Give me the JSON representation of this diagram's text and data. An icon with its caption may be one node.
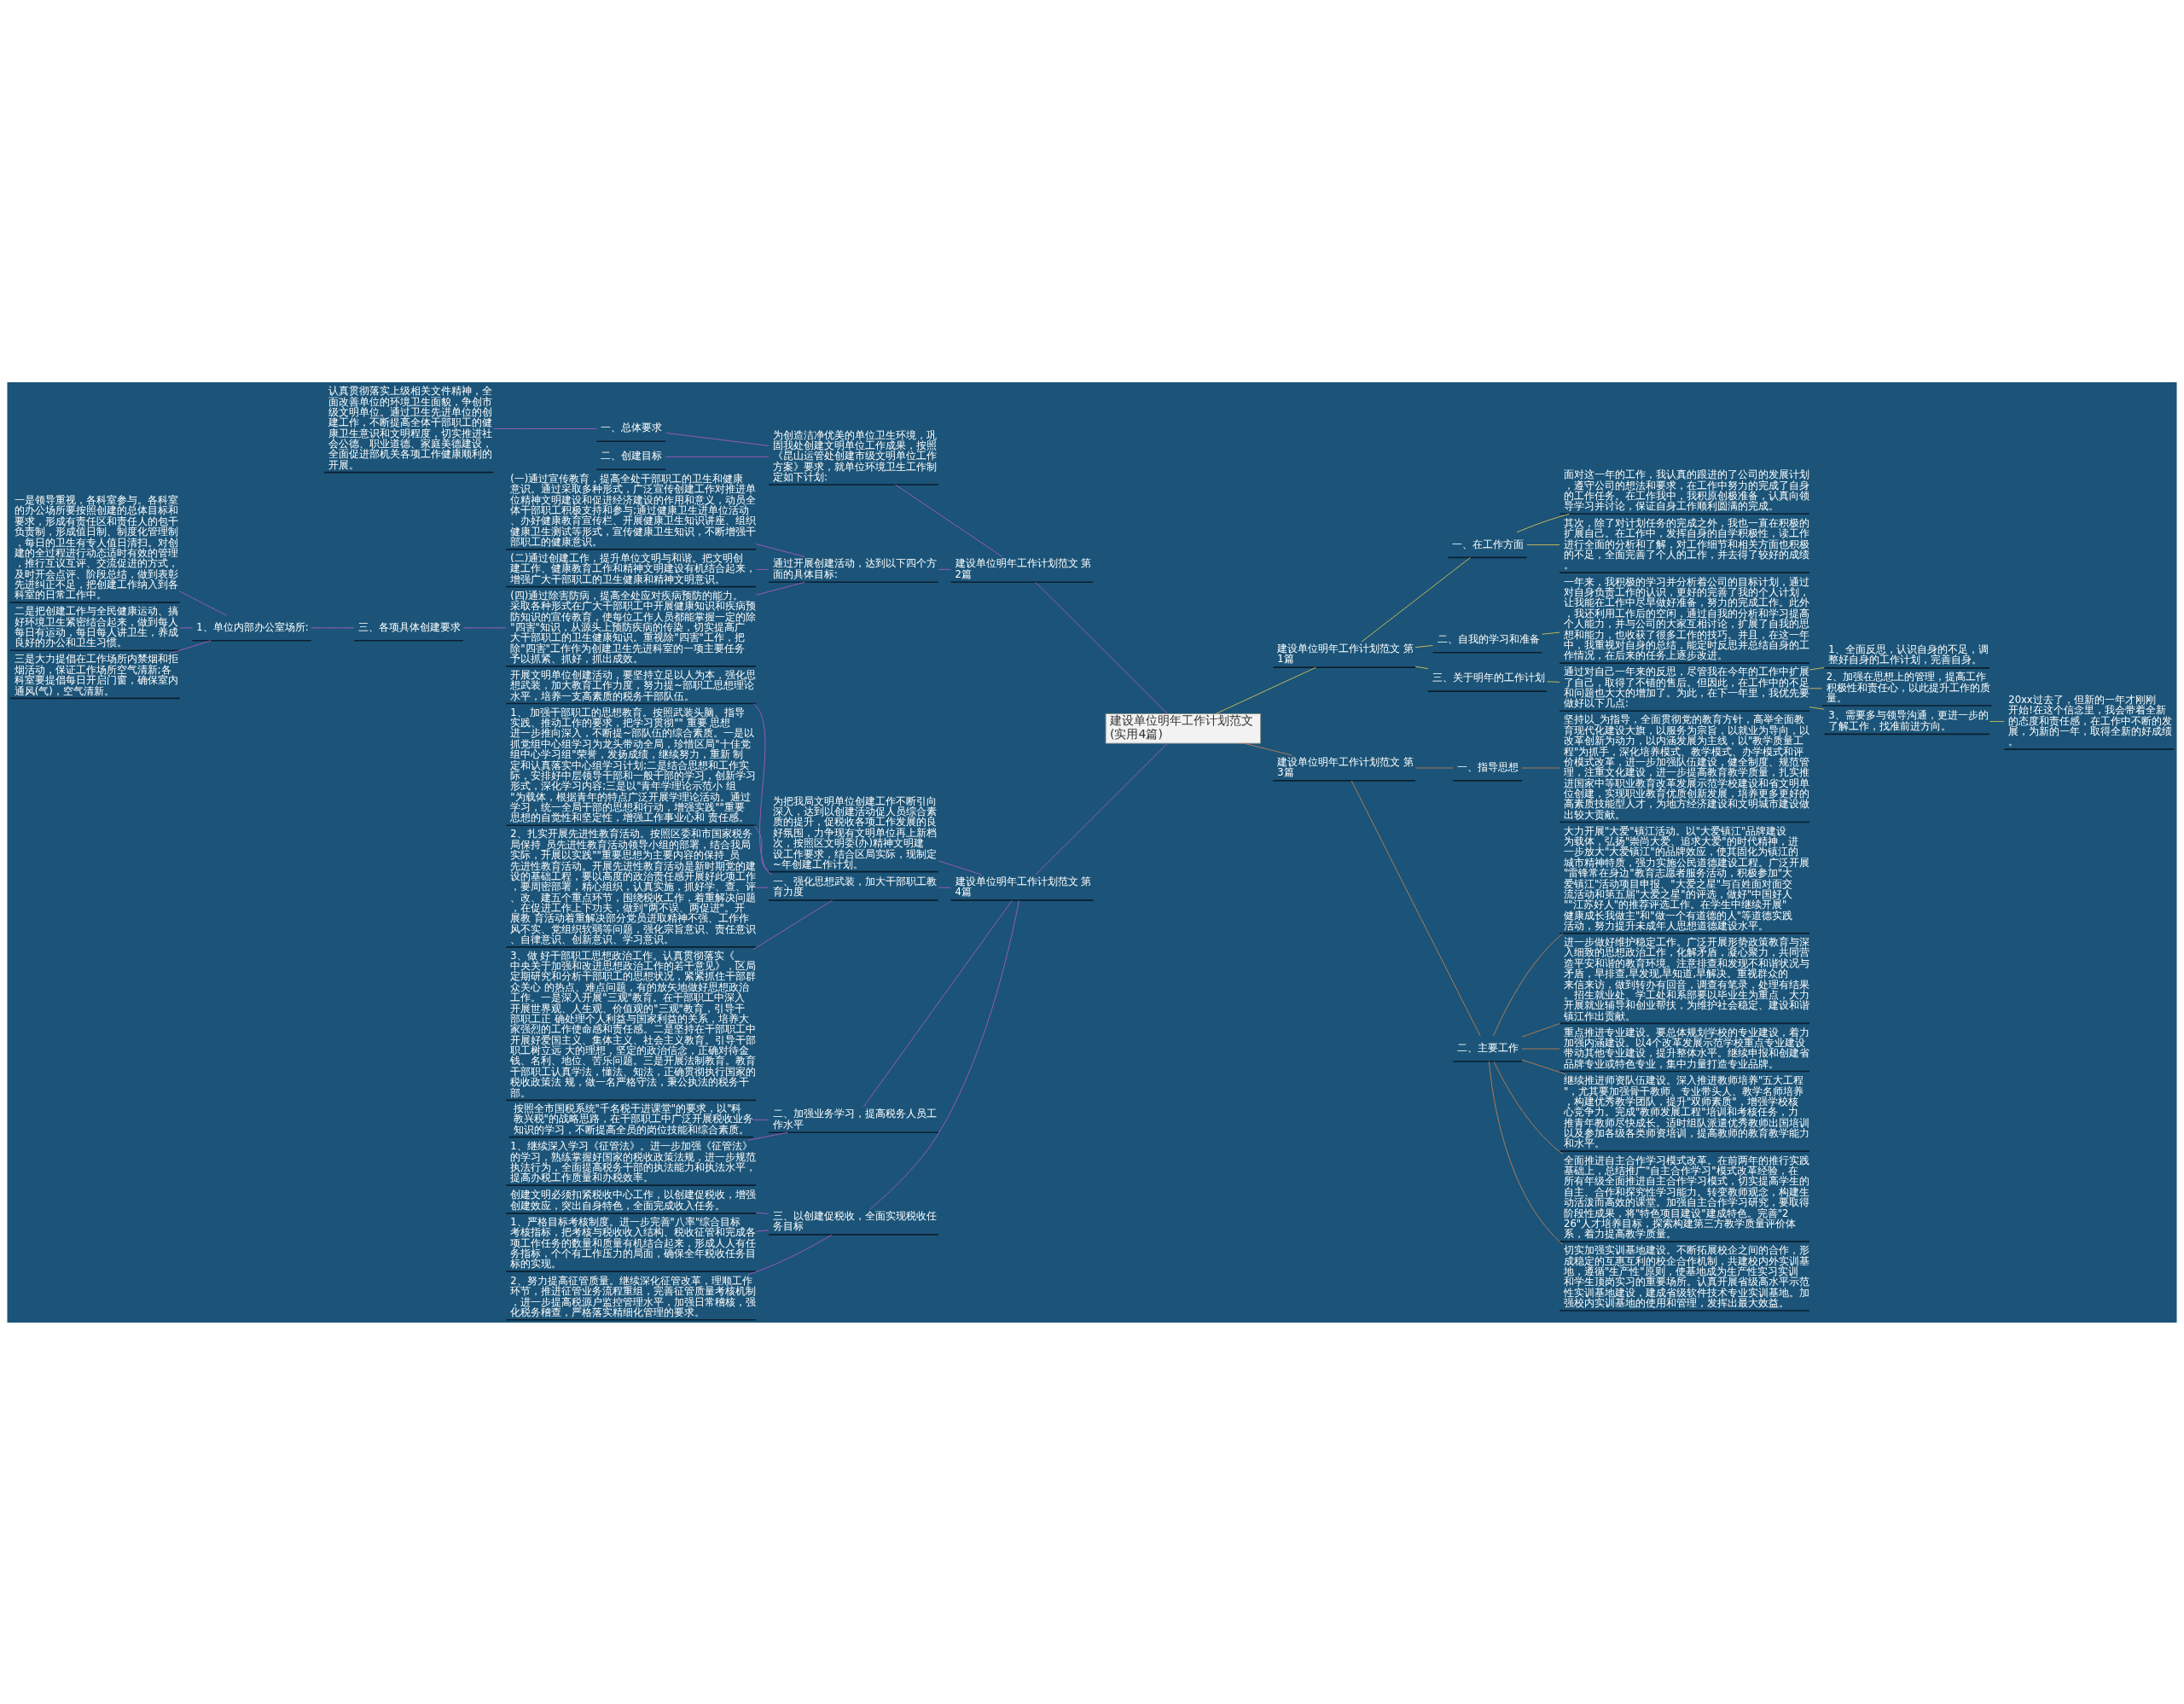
{
  "diagram": {
    "nodes": [
      {
        "text": [
          "建设单位明年工作计划范文(实用4篇)"
        ]
      },
      {
        "text": [
          "建设单位明年工作计划范文 第1篇"
        ]
      },
      {
        "text": [
          "一、在工作方面"
        ]
      },
      {
        "text": [
          "面对这一年的工作，我认真的跟进的了公司的发展计划，遵守公司的想法和要求，在工作中努力的完成了自身的工作任务。在工作我中，我积原创极准备，认真向领导学习并讨论，保证自身工作顺利圆满的完成。"
        ]
      },
      {
        "text": [
          "其次，除了对计划任务的完成之外，我也一直在积极的扩展自己。在工作中，发挥自身的自学积极性，读工作进行全面的分析和了解，对工作细节和相关方面也积极的不足，全面完善了个人的工作，并去得了较好的成绩。"
        ]
      },
      {
        "text": [
          "二、自我的学习和准备"
        ]
      },
      {
        "text": [
          "一年来，我积极的学习并分析着公司的目标计划，通过对自身负责工作的认识，更好的完善了我的个人计划，让我能在工作中尽早做好准备，努力的完成工作。此外，我还利用工作后的空闲，通过自我的分析和学习提高个人能力，并与公司的大家互相讨论，扩展了自我的思想和能力，也收获了很多工作的技巧。并且，在这一年中，我重视对自身的总结，能定时反思并总结自身的工作情况，在后来的任务上逐步改进。"
        ]
      },
      {
        "text": [
          "三、关于明年的工作计划"
        ]
      },
      {
        "text": [
          "通过对自己一年来的反思，尽管我在今年的工作中扩展了自己，取得了不错的售后。但因此，在工作中的不足和问题也大大的增加了。为此，在下一年里，我优先要做好以下几点:"
        ]
      },
      {
        "text": [
          "1、全面反思，认识自身的不足，调整好自身的工作计划，完善自身。"
        ]
      },
      {
        "text": [
          "2、加强在思想上的管理，提高工作积极性和责任心，以此提升工作的质量。"
        ]
      },
      {
        "text": [
          "3、需要多与领导沟通，更进一步的了解工作，找准前进方向。"
        ]
      },
      {
        "text": [
          "20xx过去了，但新的一年才刚刚开始!在这个信念里，我会带着全新的态度和责任感，在工作中不断的发展，为新的一年，取得全新的好成绩。"
        ]
      },
      {
        "text": [
          "建设单位明年工作计划范文 第2篇"
        ]
      },
      {
        "text": [
          "为创造洁净优美的单位卫生环境，巩固我处创建文明单位工作成果，按照《昆山运管处创建市级文明单位工作方案》要求，就单位环境卫生工作制定如下计划:"
        ]
      },
      {
        "text": [
          "一、总体要求"
        ]
      },
      {
        "text": [
          "认真贯彻落实上级相关文件精神，全面改善单位的环境卫生面貌，争创市级文明单位。通过卫生先进单位的创建工作，不断提高全体干部职工的健康卫生意识和文明程度，切实推进社会公德、职业道德、家庭美德建设，全面促进部机关各项工作健康顺利的开展。"
        ]
      },
      {
        "text": [
          "二、创建目标"
        ]
      },
      {
        "text": [
          "通过开展创建活动，达到以下四个方面的具体目标:"
        ]
      },
      {
        "text": [
          "(一)通过宣传教育，提高全处干部职工的卫生和健康意识。通过采取多种形式，广泛宣传创建工作对推进单位精神文明建设和促进经济建设的作用和意义，动员全体干部职工积极支持和参与;通过健康卫生进单位活动、办好健康教育宣传栏、开展健康卫生知识讲座、组织健康卫生测试等形式，宣传健康卫生知识，不断增强干部职工的健康意识。"
        ]
      },
      {
        "text": [
          "(二)通过创建工作，提升单位文明与和谐。把文明创建工作、健康教育工作和精神文明建设有机结合起来，增强广大干部职工的卫生健康和精神文明意识。"
        ]
      },
      {
        "text": [
          "(四)通过除害防病，提高全处应对疾病预防的能力。采取各种形式在广大干部职工中开展健康知识和疾病预防知识的宣传教育，使每位工作人员都能掌握一定的除\"四害\"知识，从源头上预防疾病的传染，切实提高广大干部职工的卫生健康知识。重视除\"四害\"工作，把除\"四害\"工作作为创建卫生先进科室的一项主要任务予以抓紧、抓好，抓出成效。"
        ]
      },
      {
        "text": [
          "三、各项具体创建要求"
        ]
      },
      {
        "text": [
          "1、单位内部办公室场所:"
        ]
      },
      {
        "text": [
          "一是领导重视，各科室参与。各科室的办公场所要按照创建的总体目标和要求，形成有责任区和责任人的包干负责制，形成值日制、制度化管理制，每日的卫生有专人值日清扫。对创建的全过程进行动态适时有效的管理，推行互议互评、交流促进的方式，及时开会点评、阶段总结，做到表彰先进纠正不足，把创建工作纳入到各科室的日常工作中。"
        ]
      },
      {
        "text": [
          "二是把创建工作与全民健康运动、搞好环境卫生紧密结合起来，做到每人每日有运动，每日每人讲卫生，养成良好的办公和卫生习惯。"
        ]
      },
      {
        "text": [
          "三是大力提倡在工作场所内禁烟和拒烟活动，保证工作场所空气清新;各科室要提倡每日开启门窗，确保室内通风(气)，空气清新。"
        ]
      },
      {
        "text": [
          "建设单位明年工作计划范文 第3篇"
        ]
      },
      {
        "text": [
          "一、指导思想"
        ]
      },
      {
        "text": [
          "坚持以_为指导，全面贯彻党的教育方针，高举全面教育现代化建设大旗，以服务为宗旨，以就业为导向，以改革创新为动力，以内涵发展为主线，以\"教学质量工程\"为抓手，深化培养模式、教学模式、办学模式和评价模式改革，进一步加强队伍建设，健全制度、规范管理，注重文化建设，进一步提高教育教学质量，扎实推进国家中等职业教育改革发展示范学校建设和省文明单位创建，实现职业教育优质创新发展，培养更多更好的高素质技能型人才，为地方经济建设和文明城市建设做出较大贡献。"
        ]
      },
      {
        "text": [
          "二、主要工作"
        ]
      },
      {
        "text": [
          "大力开展\"大爱\"镇江活动。以\"大爱镇江\"品牌建设为载体，弘扬\"崇尚大爱、追求大爱\"的时代精神，进一步放大\"大爱镇江\"的品牌效应，使其固化为镇江的城市精神特质，强力实施公民道德建设工程。广泛开展\"雷锋常在身边\"教育志愿者服务活动，积极参加\"大爱镇江\"活动项目申报、\"大爱之星\"与百姓面对面交流活动和第五届\"大爱之星\"的评选，做好\"中国好人\"\"江苏好人\"的推荐评选工作。在学生中继续开展\"健康成长我做主\"和\"做一个有道德的人\"等道德实践活动，努力提升未成年人思想道德建设水平。"
        ]
      },
      {
        "text": [
          "进一步做好维护稳定工作。广泛开展形势政策教育与深入细致的思想政治工作，化解矛盾，凝心聚力，共同营造平安和谐的教育环境。注意排查和发现不和谐状况与矛盾，早排查,早发现,早知道,早解决。重视群众的来信来访，做到转办有回音，调查有笔录，处理有结果。招生就业处、学工处和系部要以毕业生为重点，大力开展就业辅导和创业帮扶，为维护社会稳定、建设和谐镇江作出贡献。"
        ]
      },
      {
        "text": [
          "重点推进专业建设。要总体规划学校的专业建设，着力加强内涵建设。以4个改革发展示范学校重点专业建设带动其他专业建设，提升整体水平。继续申报和创建省品牌专业或特色专业，集中力量打造专业品牌。"
        ]
      },
      {
        "text": [
          "继续推进师资队伍建设。深入推进教师培养\"五大工程\"，尤其要加强骨干教师、专业带头人、教学名师培养，构建优秀教学团队，提升\"双师素质\"，增强学校核心竞争力。完成\"教师发展工程\"培训和考核任务，力推青年教师尽快成长。适时组队派遣优秀教师出国培训以及参加各级各类师资培训，提高教师的教育教学能力和水平。"
        ]
      },
      {
        "text": [
          "全面推进自主合作学习模式改革。在前两年的推行实践基础上，总结推广\"自主合作学习\"模式改革经验，在所有年级全面推进自主合作学习模式，切实提高学生的自主、合作和探究性学习能力。转变教师观念，构建生动活泼而高效的课堂。加强自主合作学习研究，要取得阶段性成果，将\"特色项目建设\"建成特色。完善\"226\"人才培养目标，探索构建第三方教学质量评价体系，着力提高教学质量。"
        ]
      },
      {
        "text": [
          "切实加强实训基地建设。不断拓展校企之间的合作，形成稳定的互惠互利的校企合作机制，共建校内外实训基地，遵循\"生产性\"原则，使基地成为生产性实习实训和学生顶岗实习的重要场所。认真开展省级高水平示范性实训基地建设，建成省级软件技术专业实训基地。加强校内实训基地的使用和管理，发挥出最大效益。"
        ]
      },
      {
        "text": [
          "建设单位明年工作计划范文 第4篇"
        ]
      },
      {
        "text": [
          "为把我局文明单位创建工作不断引向深入，达到以创建活动促人员综合素质的提升，促税收各项工作发展的良好氛围，力争现有文明单位再上新档次，按照区文明委(办)精神文明建设工作要求，结合区局实际，现制定~年创建工作计划。"
        ]
      },
      {
        "text": [
          "一、强化思想武装，加大干部职工教育力度"
        ]
      },
      {
        "text": [
          "开展文明单位创建活动，要坚持立足以人为本，强化思想武装，加大教育工作力度，努力提~部职工思想理论水平，培养一支高素质的税务干部队伍。"
        ]
      },
      {
        "text": [
          "1、 加强干部职工的思想教育。按照武装头脑、指导实践、推动工作的要求，把学习贯彻\"\" 重要 思想进一步推向深入，不断提~部队伍的综合素质。一是以抓党组中心组学习为龙头带动全局，珍惜区局\"十佳党组中心学习组\"荣誉，发扬成绩，继续努力，重新 制定和认真落实中心组学习计划;二是结合思想和工作实际，安排好中层领导干部和一般干部的学习，创新学习形式，深化学习内容;三是以\"青年学理论示范小 组\"为载体，根据青年的特点广泛开展学理论活动。通过学习，统一全局干部的思想和行动，增强实践\"\"重要思想的自觉性和坚定性，增强工作事业心和 责任感。"
        ]
      },
      {
        "text": [
          "2、扎实开展先进性教育活动。按照区委和市国家税务局保持_员先进性教育活动领导小组的部署，结合我局实际，开展以实践\"\"重要思想为主要内容的保持_员先进性教育活动。开展先进性教育活动是新时期党的建设的基础工程，要以高度的政治责任感开展好此项工作，要周密部署，精心组织，认真实施，抓好学、查、评、改、建五个重点环节，围绕税收工作，着重解决问题，在促进工作上下功夫，做到\"两不误、两促进\"。开展教 育活动着重解决部分党员进取精神不强、工作作风不实、党组织软弱等问题，强化宗旨意识、责任意识、自律意识、创新意识、学习意识。"
        ]
      },
      {
        "text": [
          "3、做 好干部职工思想政治工作。认真贯彻落实《_中央关于加强和改进思想政治工作的若干意见》，区局定期研究和分析干部职工的思想状况，紧紧抓住干部群众关心 的热点、难点问题，有的放矢地做好思想政治工作。一是深入开展\"三观\"教育。在干部职工中深入开展世界观、人生观、价值观的\"三观\"教育，引导干部职工正 确处理个人利益与国家利益的关系，培养大家强烈的工作使命感和责任感。二是坚持在干部职工中开展好爱国主义、集体主义、社会主义教育。引导干部职工树立远 大的理想，坚定的政治信念，正确对待金钱、名利、地位、苦乐问题。三是开展法制教育。教育干部职工认真学法，懂法、知法，正确贯彻执行国家的税收政策法 规，做一名严格守法，秉公执法的税务干部。"
        ]
      },
      {
        "text": [
          "二、加强业务学习，提高税务人员工作水平"
        ]
      },
      {
        "text": [
          "按照全市国税系统\"千名税干进课堂\"的要求，以\"科教兴税\"的战略思路，在干部职工中广泛开展税收业务知识的学习，不断提高全员的岗位技能和综合素质。"
        ]
      },
      {
        "text": [
          "1、继续深入学习《征管法》。进一步加强《征管法》的学习，熟练掌握好国家的税收政策法规，进一步规范执法行为，全面提高税务干部的执法能力和执法水平，提高办税工作质量和办税效率。"
        ]
      },
      {
        "text": [
          "三、以创建促税收，全面实现税收任务目标"
        ]
      },
      {
        "text": [
          "创建文明必须扣紧税收中心工作，以创建促税收，增强创建效应，突出自身特色，全面完成收入任务。"
        ]
      },
      {
        "text": [
          "1、严格目标考核制度。进一步完善\"八率\"综合目标考核指标，把考核与税收收入结构、税收征管和完成各项工作任务的数量和质量有机结合起来，形成人人有任务指标，个个有工作压力的局面，确保全年税收任务目标的实现。"
        ]
      },
      {
        "text": [
          "2、努力提高征管质量。继续深化征管改革，理顺工作环节，推进征管业务流程重组，完善征管质量考核机制，进一步提高税源户监控管理水平，加强日常稽核，强化税务稽查，严格落实精细化管理的要求。"
        ]
      }
    ],
    "edges": [
      {
        "from": 0,
        "to": 1,
        "arrow": "none",
        "color": "#c9b458"
      },
      {
        "from": 1,
        "to": 2,
        "arrow": "none",
        "color": "#c9b458"
      },
      {
        "from": 2,
        "to": 3,
        "arrow": "none",
        "color": "#c9b458"
      },
      {
        "from": 2,
        "to": 4,
        "arrow": "none",
        "color": "#c9b458"
      },
      {
        "from": 1,
        "to": 5,
        "arrow": "none",
        "color": "#c9b458"
      },
      {
        "from": 5,
        "to": 6,
        "arrow": "none",
        "color": "#c9b458"
      },
      {
        "from": 1,
        "to": 7,
        "arrow": "none",
        "color": "#c9b458"
      },
      {
        "from": 7,
        "to": 8,
        "arrow": "none",
        "color": "#c9b458"
      },
      {
        "from": 8,
        "to": 9,
        "arrow": "none",
        "color": "#c9b458"
      },
      {
        "from": 8,
        "to": 10,
        "arrow": "none",
        "color": "#c9b458"
      },
      {
        "from": 8,
        "to": 11,
        "arrow": "none",
        "color": "#c9b458"
      },
      {
        "from": 11,
        "to": 12,
        "arrow": "none",
        "color": "#c9b458"
      },
      {
        "from": 0,
        "to": 13,
        "arrow": "none"
      },
      {
        "from": 13,
        "to": 14,
        "arrow": "none"
      },
      {
        "from": 14,
        "to": 15,
        "arrow": "none"
      },
      {
        "from": 15,
        "to": 16,
        "arrow": "none"
      },
      {
        "from": 14,
        "to": 17,
        "arrow": "none"
      },
      {
        "from": 13,
        "to": 18,
        "arrow": "none"
      },
      {
        "from": 18,
        "to": 19,
        "arrow": "none"
      },
      {
        "from": 18,
        "to": 20,
        "arrow": "none"
      },
      {
        "from": 18,
        "to": 21,
        "arrow": "none"
      },
      {
        "from": 21,
        "to": 22,
        "arrow": "none"
      },
      {
        "from": 22,
        "to": 23,
        "arrow": "none"
      },
      {
        "from": 23,
        "to": 24,
        "arrow": "none"
      },
      {
        "from": 23,
        "to": 25,
        "arrow": "none"
      },
      {
        "from": 23,
        "to": 26,
        "arrow": "none"
      },
      {
        "from": 0,
        "to": 27,
        "arrow": "none",
        "color": "#b07a58"
      },
      {
        "from": 27,
        "to": 28,
        "arrow": "none",
        "color": "#b07a58"
      },
      {
        "from": 28,
        "to": 29,
        "arrow": "none",
        "color": "#b07a58"
      },
      {
        "from": 27,
        "to": 30,
        "arrow": "none",
        "color": "#b07a58"
      },
      {
        "from": 30,
        "to": 31,
        "arrow": "none",
        "color": "#b07a58"
      },
      {
        "from": 30,
        "to": 32,
        "arrow": "none",
        "color": "#b07a58"
      },
      {
        "from": 30,
        "to": 33,
        "arrow": "none",
        "color": "#b07a58"
      },
      {
        "from": 30,
        "to": 34,
        "arrow": "none",
        "color": "#b07a58"
      },
      {
        "from": 30,
        "to": 35,
        "arrow": "none",
        "color": "#b07a58"
      },
      {
        "from": 30,
        "to": 36,
        "arrow": "none",
        "color": "#b07a58"
      },
      {
        "from": 0,
        "to": 37,
        "arrow": "none"
      },
      {
        "from": 37,
        "to": 38,
        "arrow": "none"
      },
      {
        "from": 37,
        "to": 39,
        "arrow": "none"
      },
      {
        "from": 39,
        "to": 40,
        "arrow": "none"
      },
      {
        "from": 39,
        "to": 41,
        "arrow": "none"
      },
      {
        "from": 39,
        "to": 42,
        "arrow": "none"
      },
      {
        "from": 39,
        "to": 43,
        "arrow": "none"
      },
      {
        "from": 37,
        "to": 44,
        "arrow": "none"
      },
      {
        "from": 44,
        "to": 45,
        "arrow": "none"
      },
      {
        "from": 44,
        "to": 46,
        "arrow": "none"
      },
      {
        "from": 37,
        "to": 47,
        "arrow": "none"
      },
      {
        "from": 47,
        "to": 48,
        "arrow": "none"
      },
      {
        "from": 47,
        "to": 49,
        "arrow": "none"
      },
      {
        "from": 47,
        "to": 50,
        "arrow": "none"
      }
    ]
  }
}
